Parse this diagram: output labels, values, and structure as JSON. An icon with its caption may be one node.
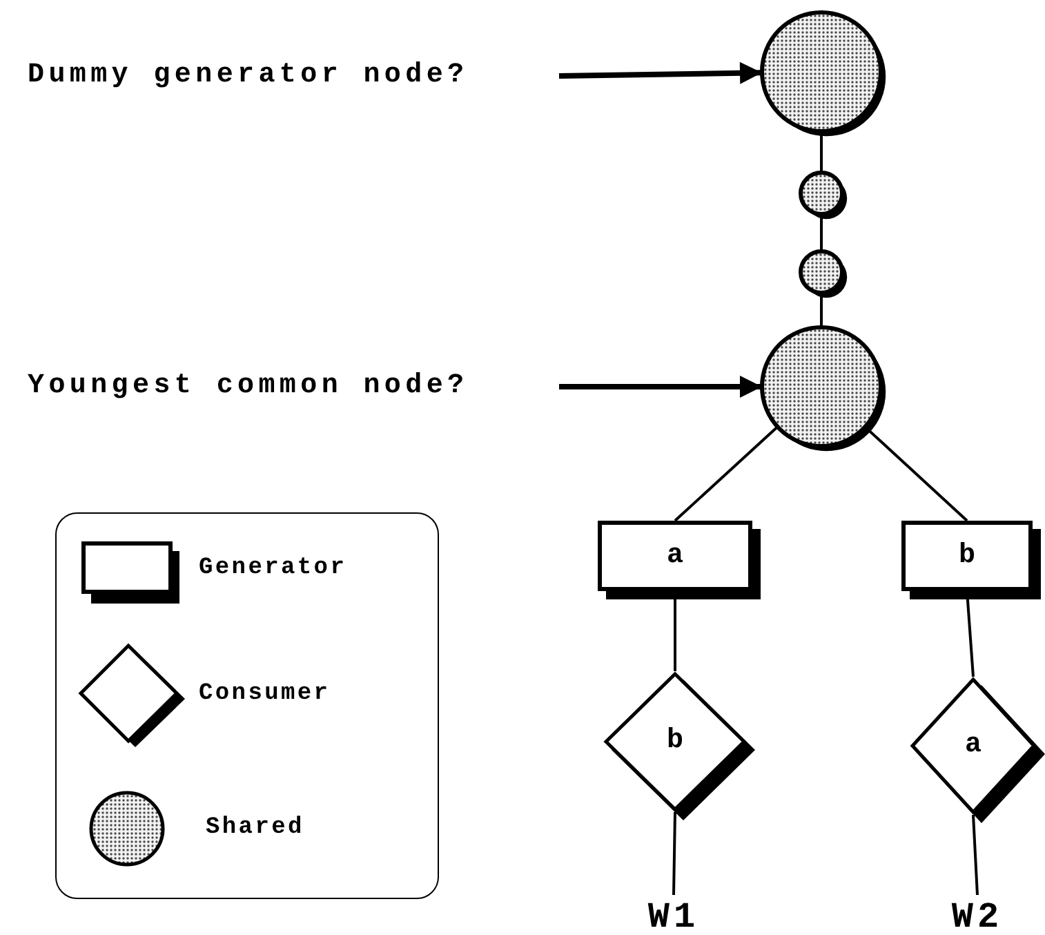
{
  "diagram": {
    "nodes": [
      {
        "text": [
          "Dummy generator node?"
        ]
      },
      {
        "text": [],
        "shape": "circle"
      },
      {
        "text": [],
        "shape": "circle"
      },
      {
        "text": [],
        "shape": "circle"
      },
      {
        "text": [
          "Youngest common node?"
        ]
      },
      {
        "text": [],
        "shape": "circle"
      },
      {
        "text": [
          "a"
        ]
      },
      {
        "text": [
          "b"
        ]
      },
      {
        "text": [
          "b"
        ]
      },
      {
        "text": [
          "a"
        ]
      },
      {
        "text": [
          "W1"
        ]
      },
      {
        "text": [
          "W2"
        ]
      }
    ],
    "edges": [
      {
        "from": 0,
        "to": 1,
        "arrow": "to",
        "style": "thick"
      },
      {
        "from": 1,
        "to": 2,
        "arrow": "none"
      },
      {
        "from": 2,
        "to": 3,
        "arrow": "none"
      },
      {
        "from": 3,
        "to": 5,
        "arrow": "none"
      },
      {
        "from": 4,
        "to": 5,
        "arrow": "to",
        "style": "thick"
      },
      {
        "from": 5,
        "to": 6,
        "arrow": "none"
      },
      {
        "from": 5,
        "to": 7,
        "arrow": "none"
      },
      {
        "from": 6,
        "to": 8,
        "arrow": "none"
      },
      {
        "from": 7,
        "to": 9,
        "arrow": "none"
      },
      {
        "from": 8,
        "to": 10,
        "arrow": "none"
      },
      {
        "from": 9,
        "to": 11,
        "arrow": "none"
      }
    ],
    "legend": [
      {
        "text": "Generator"
      },
      {
        "text": "Consumer"
      },
      {
        "text": "Shared"
      }
    ]
  }
}
